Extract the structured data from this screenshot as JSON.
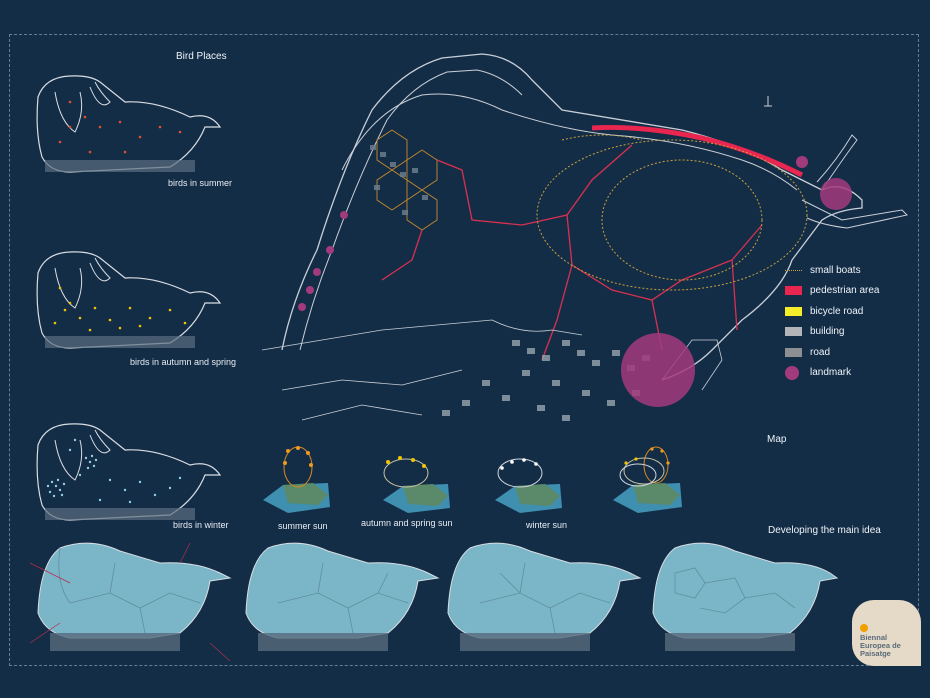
{
  "titles": {
    "bird_places": "Bird Places",
    "map": "Map",
    "developing": "Developing the main idea"
  },
  "bird_maps": {
    "summer": "birds in summer",
    "autumn_spring": "birds in autumn and spring",
    "winter": "birds in winter"
  },
  "sun_studies": {
    "summer": "summer sun",
    "autumn_spring": "autumn and spring sun",
    "winter": "winter sun"
  },
  "legend": [
    {
      "label": "small boats",
      "icon": "dotted-line"
    },
    {
      "label": "pedestrian area",
      "color": "#e8264f"
    },
    {
      "label": "bicycle road",
      "color": "#f4ee2a"
    },
    {
      "label": "building",
      "color": "#b3b5b8"
    },
    {
      "label": "road",
      "color": "#8d8f92"
    },
    {
      "label": "landmark",
      "color": "#a23b7c",
      "icon": "circle"
    }
  ],
  "logo": {
    "line1": "Biennal",
    "line2": "Europea de",
    "line3": "Paisatge"
  },
  "colors": {
    "background": "#142d47",
    "lagoon": "#7bb6c8",
    "pedestrian": "#e8264f",
    "landmark": "#a23b7c",
    "boats": "#c9a13a",
    "outline": "#d8dde2"
  }
}
